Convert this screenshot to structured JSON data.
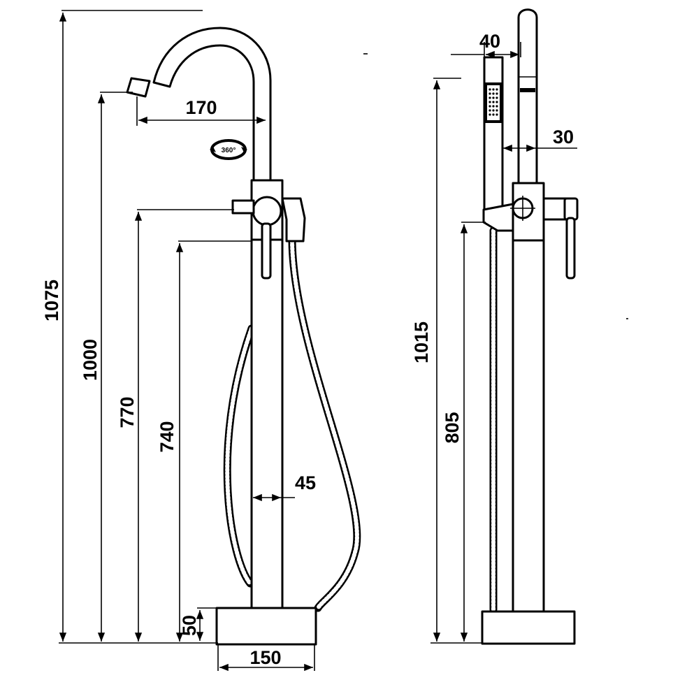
{
  "dimensions": {
    "spout_reach": "170",
    "rotation": "360°",
    "overall_height": "1075",
    "spout_outlet_height": "1000",
    "handle_height": "770",
    "hose_outlet_height": "740",
    "column_diameter": "45",
    "base_height": "50",
    "base_width": "150",
    "handshower_width": "40",
    "holder_offset": "30",
    "side_overall_height": "1015",
    "side_body_height": "805"
  }
}
